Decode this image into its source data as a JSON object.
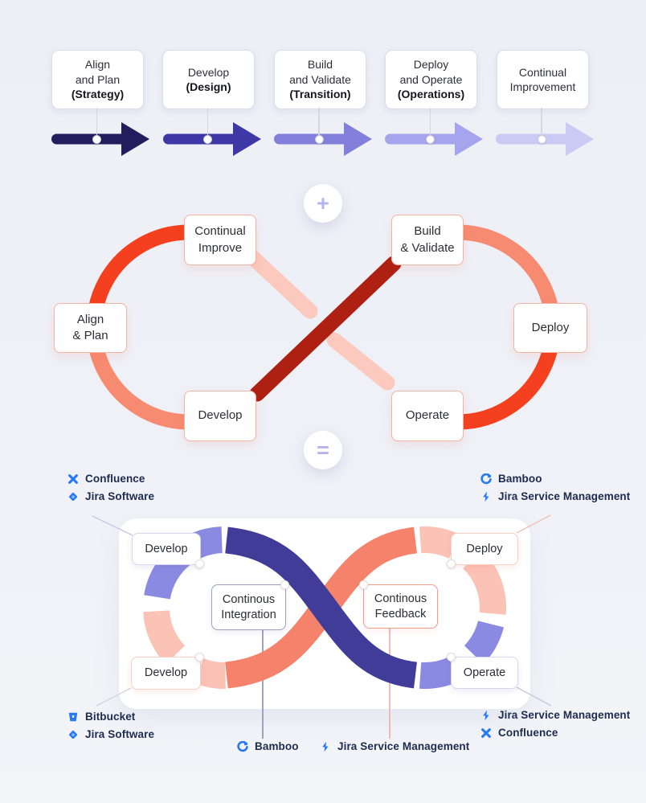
{
  "stages": [
    {
      "line1": "Align",
      "line2": "and Plan",
      "bold": "(Strategy)"
    },
    {
      "line1": "Develop",
      "line2": "",
      "bold": "(Design)"
    },
    {
      "line1": "Build",
      "line2": "and Validate",
      "bold": "(Transition)"
    },
    {
      "line1": "Deploy",
      "line2": "and Operate",
      "bold": "(Operations)"
    },
    {
      "line1": "Continual",
      "line2": "Improvement",
      "bold": ""
    }
  ],
  "operators": {
    "plus": "+",
    "equals": "="
  },
  "itil_loop": {
    "continual_improve_1": "Continual",
    "continual_improve_2": "Improve",
    "build_validate_1": "Build",
    "build_validate_2": "& Validate",
    "align_plan_1": "Align",
    "align_plan_2": "& Plan",
    "deploy": "Deploy",
    "develop": "Develop",
    "operate": "Operate"
  },
  "devops_loop": {
    "develop_top": "Develop",
    "deploy": "Deploy",
    "develop_bottom": "Develop",
    "operate": "Operate",
    "ci_1": "Continous",
    "ci_2": "Integration",
    "cf_1": "Continous",
    "cf_2": "Feedback"
  },
  "tools": {
    "top_left": [
      {
        "icon": "confluence-icon",
        "label": "Confluence"
      },
      {
        "icon": "jira-software-icon",
        "label": "Jira Software"
      }
    ],
    "top_right": [
      {
        "icon": "bamboo-icon",
        "label": "Bamboo"
      },
      {
        "icon": "jira-service-management-icon",
        "label": "Jira Service Management"
      }
    ],
    "bottom_left": [
      {
        "icon": "bitbucket-icon",
        "label": "Bitbucket"
      },
      {
        "icon": "jira-software-icon",
        "label": "Jira Software"
      }
    ],
    "bottom_center": [
      {
        "icon": "bamboo-icon",
        "label": "Bamboo"
      },
      {
        "icon": "jira-service-management-icon",
        "label": "Jira Service Management"
      }
    ],
    "bottom_right": [
      {
        "icon": "jira-service-management-icon",
        "label": "Jira Service Management"
      },
      {
        "icon": "confluence-icon",
        "label": "Confluence"
      }
    ]
  },
  "colors": {
    "background": "#edeff6",
    "arrow_shades": [
      "#221e5e",
      "#3e38a6",
      "#8280da",
      "#a5a4ec",
      "#cacaf4"
    ],
    "itil_red": "#f5401f",
    "itil_salmon": "#f78b71",
    "itil_pink": "#fbc9bd",
    "itil_dark_red": "#ae2012",
    "devops_indigo": "#423c99",
    "devops_salmon": "#f5836b",
    "devops_purple": "#8b8ae2",
    "devops_light_salmon": "#fbc2b6",
    "icon_blue": "#2779f6",
    "plus_accent": "#b6b4ec"
  }
}
